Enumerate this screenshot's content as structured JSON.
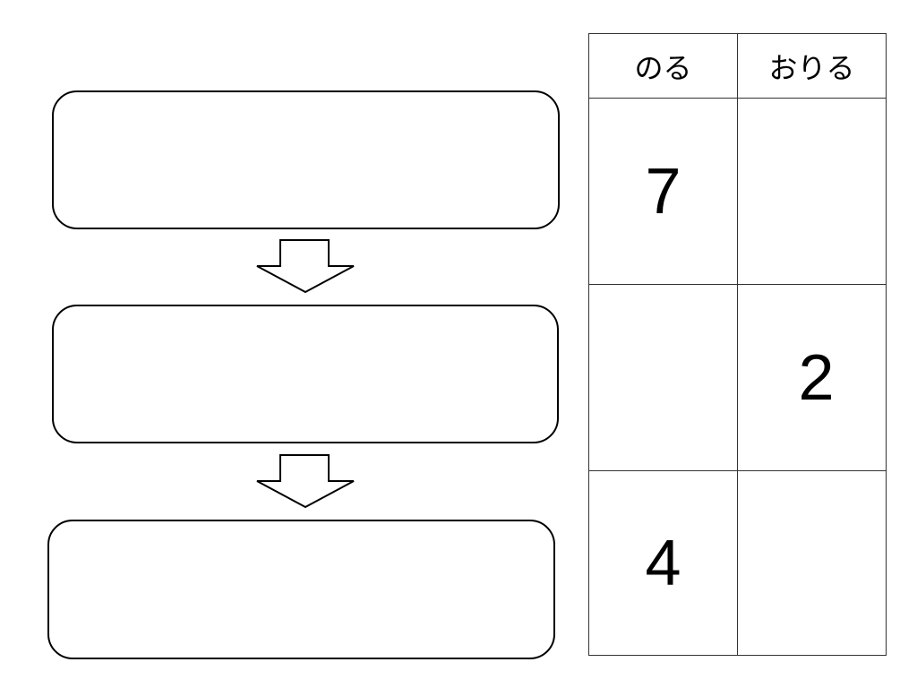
{
  "flow": {
    "boxes": [
      {
        "text": ""
      },
      {
        "text": ""
      },
      {
        "text": ""
      }
    ],
    "arrow_icon": "down-arrow-outline"
  },
  "table": {
    "headers": [
      "のる",
      "おりる"
    ],
    "rows": [
      [
        "7",
        ""
      ],
      [
        "",
        "2"
      ],
      [
        "4",
        ""
      ]
    ]
  }
}
